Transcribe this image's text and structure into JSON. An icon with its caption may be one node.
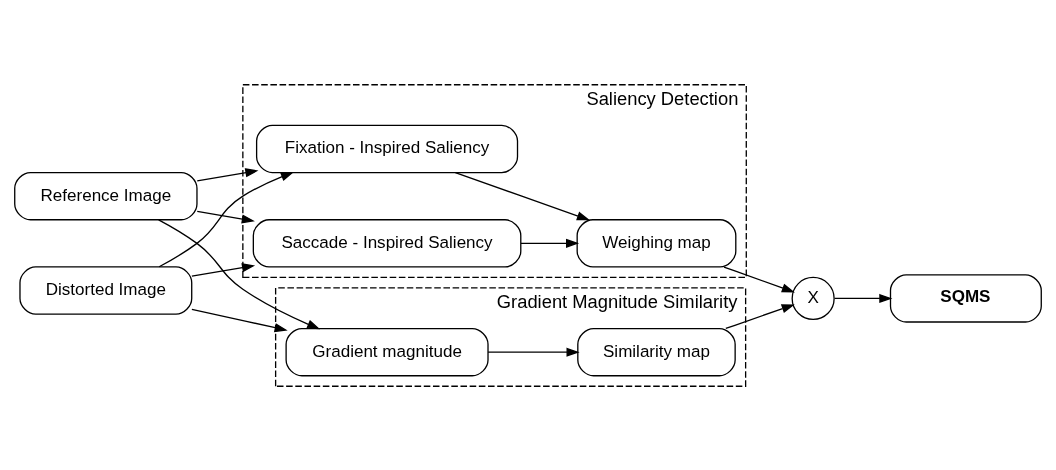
{
  "diagram": {
    "nodes": [
      {
        "text": [
          "Reference Image"
        ]
      },
      {
        "text": [
          "Saliency Detection"
        ]
      },
      {
        "text": [
          "Fixation - Inspired Saliency"
        ],
        "in": 1
      },
      {
        "text": [
          "Saccade - Inspired Saliency"
        ],
        "in": 1
      },
      {
        "text": [
          "Weighing map"
        ],
        "in": 1
      },
      {
        "text": [
          "X"
        ]
      },
      {
        "text": [
          "SQMS"
        ]
      },
      {
        "text": [
          "Gradient Magnitude Similarity"
        ]
      },
      {
        "text": [
          "Distorted Image"
        ]
      },
      {
        "text": [
          "Gradient magnitude"
        ],
        "in": 7
      },
      {
        "text": [
          "Similarity map"
        ],
        "in": 7
      }
    ],
    "edges": [
      {
        "from": 0,
        "to": 2,
        "arrow": "to"
      },
      {
        "from": 0,
        "to": 3,
        "arrow": "to"
      },
      {
        "from": 0,
        "to": 9,
        "arrow": "to"
      },
      {
        "from": 8,
        "to": 2,
        "arrow": "to"
      },
      {
        "from": 8,
        "to": 3,
        "arrow": "to"
      },
      {
        "from": 8,
        "to": 9,
        "arrow": "to"
      },
      {
        "from": 2,
        "to": 4,
        "arrow": "to"
      },
      {
        "from": 3,
        "to": 4,
        "arrow": "to"
      },
      {
        "from": 4,
        "to": 5,
        "arrow": "to"
      },
      {
        "from": 9,
        "to": 10,
        "arrow": "to"
      },
      {
        "from": 10,
        "to": 5,
        "arrow": "to"
      },
      {
        "from": 5,
        "to": 6,
        "arrow": "to"
      }
    ]
  }
}
